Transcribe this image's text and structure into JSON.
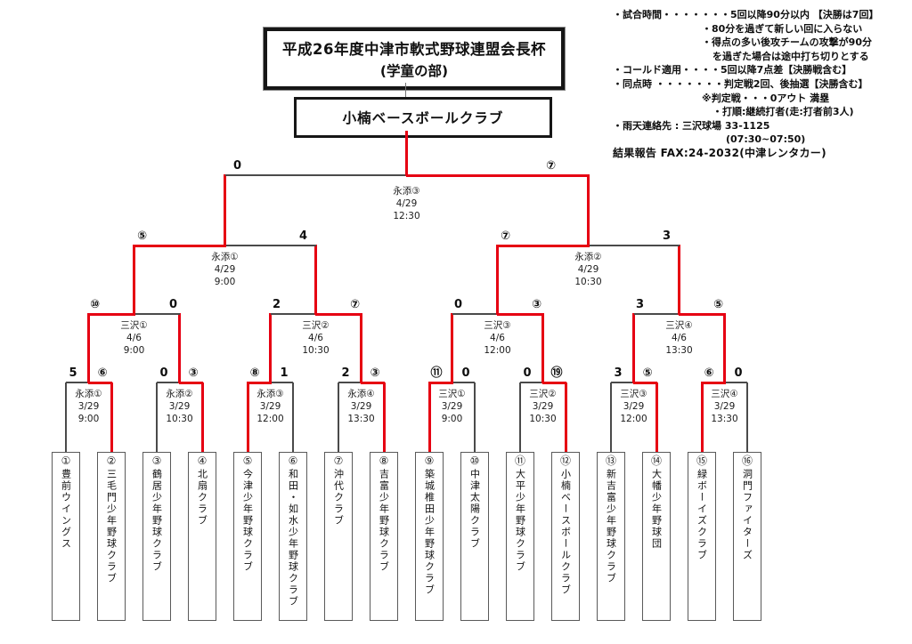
{
  "title": {
    "line1": "平成26年度中津市軟式野球連盟会長杯",
    "line2": "(学童の部)"
  },
  "champion": "小楠ベースボールクラブ",
  "notes": [
    {
      "text": "・試合時間・・・・・・・5回以降90分以内 【決勝は7回】",
      "level": 0,
      "bold": false
    },
    {
      "text": "・80分を過ぎて新しい回に入らない",
      "level": 1,
      "bold": false
    },
    {
      "text": "・得点の多い後攻チームの攻撃が90分",
      "level": 1,
      "bold": false
    },
    {
      "text": "を過ぎた場合は途中打ち切りとする",
      "level": 2,
      "bold": false
    },
    {
      "text": "・コールド適用・・・・5回以降7点差【決勝戦含む】",
      "level": 0,
      "bold": false
    },
    {
      "text": "・同点時 ・・・・・・・判定戦2回、後抽選【決勝含む】",
      "level": 0,
      "bold": false
    },
    {
      "text": "※判定戦・・・0アウト 満塁",
      "level": 1,
      "bold": false
    },
    {
      "text": "・打順:継続打者(走:打者前3人)",
      "level": 2,
      "bold": false
    },
    {
      "text": "・雨天連絡先 :  三沢球場 33-1125",
      "level": 0,
      "bold": false
    },
    {
      "text": "(07:30~07:50)",
      "level": 3,
      "bold": false
    },
    {
      "text": "結果報告 FAX:24-2032(中津レンタカー)",
      "level": 0,
      "bold": true
    }
  ],
  "teams": [
    {
      "no": "①",
      "name": "豊前ウイングス"
    },
    {
      "no": "②",
      "name": "三毛門少年野球クラブ"
    },
    {
      "no": "③",
      "name": "鶴居少年野球クラブ"
    },
    {
      "no": "④",
      "name": "北扇クラブ"
    },
    {
      "no": "⑤",
      "name": "今津少年野球クラブ"
    },
    {
      "no": "⑥",
      "name": "和田・如水少年野球クラブ"
    },
    {
      "no": "⑦",
      "name": "沖代クラブ"
    },
    {
      "no": "⑧",
      "name": "吉富少年野球クラブ"
    },
    {
      "no": "⑨",
      "name": "築城椎田少年野球クラブ"
    },
    {
      "no": "⑩",
      "name": "中津太陽クラブ"
    },
    {
      "no": "⑪",
      "name": "大平少年野球クラブ"
    },
    {
      "no": "⑫",
      "name": "小楠ベースボールクラブ"
    },
    {
      "no": "⑬",
      "name": "新吉富少年野球クラブ"
    },
    {
      "no": "⑭",
      "name": "大幡少年野球団"
    },
    {
      "no": "⑮",
      "name": "緑ボーイズクラブ"
    },
    {
      "no": "⑯",
      "name": "洞門ファイターズ"
    }
  ],
  "rounds": {
    "round1": [
      {
        "venue": "永添①",
        "date": "3/29",
        "time": "9:00",
        "score_left": "5",
        "score_right": "⑥",
        "winner": "right"
      },
      {
        "venue": "永添②",
        "date": "3/29",
        "time": "10:30",
        "score_left": "0",
        "score_right": "③",
        "winner": "right"
      },
      {
        "venue": "永添③",
        "date": "3/29",
        "time": "12:00",
        "score_left": "⑧",
        "score_right": "1",
        "winner": "left"
      },
      {
        "venue": "永添④",
        "date": "3/29",
        "time": "13:30",
        "score_left": "2",
        "score_right": "③",
        "winner": "right"
      },
      {
        "venue": "三沢①",
        "date": "3/29",
        "time": "9:00",
        "score_left": "⑪",
        "score_right": "0",
        "winner": "left"
      },
      {
        "venue": "三沢②",
        "date": "3/29",
        "time": "10:30",
        "score_left": "0",
        "score_right": "⑲",
        "winner": "right"
      },
      {
        "venue": "三沢③",
        "date": "3/29",
        "time": "12:00",
        "score_left": "3",
        "score_right": "⑤",
        "winner": "right"
      },
      {
        "venue": "三沢④",
        "date": "3/29",
        "time": "13:30",
        "score_left": "⑥",
        "score_right": "0",
        "winner": "left"
      }
    ],
    "quarterfinals": [
      {
        "venue": "三沢①",
        "date": "4/6",
        "time": "9:00",
        "score_left": "⑩",
        "score_right": "0",
        "winner": "left"
      },
      {
        "venue": "三沢②",
        "date": "4/6",
        "time": "10:30",
        "score_left": "2",
        "score_right": "⑦",
        "winner": "right"
      },
      {
        "venue": "三沢③",
        "date": "4/6",
        "time": "12:00",
        "score_left": "0",
        "score_right": "③",
        "winner": "right"
      },
      {
        "venue": "三沢④",
        "date": "4/6",
        "time": "13:30",
        "score_left": "3",
        "score_right": "⑤",
        "winner": "right"
      }
    ],
    "semifinals": [
      {
        "venue": "永添①",
        "date": "4/29",
        "time": "9:00",
        "score_left": "⑤",
        "score_right": "4",
        "winner": "left"
      },
      {
        "venue": "永添②",
        "date": "4/29",
        "time": "10:30",
        "score_left": "⑦",
        "score_right": "3",
        "winner": "left"
      }
    ],
    "final": {
      "venue": "永添③",
      "date": "4/29",
      "time": "12:30",
      "score_left": "0",
      "score_right": "⑦",
      "winner": "right"
    }
  },
  "colors": {
    "bracket_line": "#4a4a4a",
    "winner_path": "#e60012",
    "box_border": "#161616",
    "text": "#111111"
  }
}
